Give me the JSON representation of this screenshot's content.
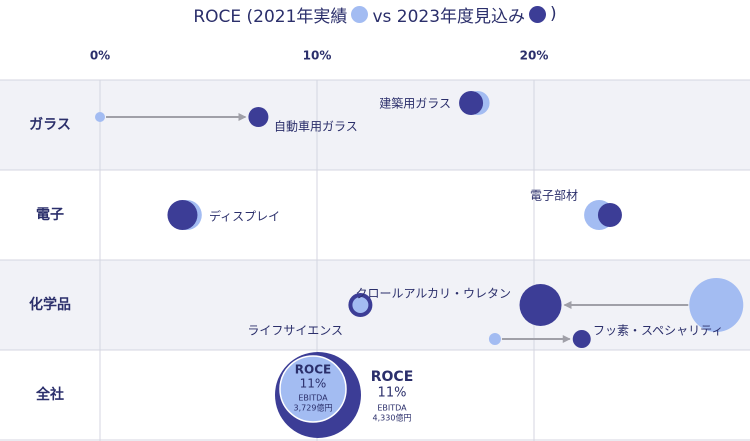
{
  "chart_data": {
    "type": "bubble",
    "title_parts": {
      "prefix": "ROCE (2021年実績",
      "middle": "vs 2023年度見込み",
      "suffix": ")"
    },
    "colors": {
      "actual_2021": "#a3bcf2",
      "forecast_2023": "#3c3d96",
      "band": "#f1f2f7",
      "axis_text": "#2b2f6b",
      "grid": "#d4d6e0",
      "arrow": "#a0a0a8"
    },
    "x_axis": {
      "ticks": [
        0,
        10,
        20
      ],
      "tick_labels": [
        "0%",
        "10%",
        "20%"
      ],
      "unit": "%"
    },
    "categories": [
      "ガラス",
      "電子",
      "化学品",
      "全社"
    ],
    "points": [
      {
        "category": "ガラス",
        "label": "自動車用ガラス",
        "roce_2021": 0,
        "roce_2023": 7.3,
        "arrow": true
      },
      {
        "category": "ガラス",
        "label": "建築用ガラス",
        "roce_2021": 17.4,
        "roce_2023": 17.1,
        "arrow": false
      },
      {
        "category": "電子",
        "label": "ディスプレイ",
        "roce_2021": 4.0,
        "roce_2023": 3.8,
        "arrow": false
      },
      {
        "category": "電子",
        "label": "電子部材",
        "roce_2021": 23.0,
        "roce_2023": 23.5,
        "arrow": false
      },
      {
        "category": "化学品",
        "label": "クロールアルカリ・ウレタン",
        "roce_2021": 28.4,
        "roce_2023": 20.3,
        "arrow": true
      },
      {
        "category": "化学品",
        "label": "ライフサイエンス",
        "roce_2021": 12.0,
        "roce_2023": 12.0,
        "arrow": false
      },
      {
        "category": "化学品",
        "label": "フッ素・スペシャリティ",
        "roce_2021": 18.2,
        "roce_2023": 22.2,
        "arrow": true
      }
    ],
    "company_total": {
      "category": "全社",
      "inner": {
        "title": "ROCE",
        "roce_text": "11%",
        "ebitda_label": "EBITDA",
        "ebitda_value": "3,729億円"
      },
      "outer": {
        "title": "ROCE",
        "roce_text": "11%",
        "ebitda_label": "EBITDA",
        "ebitda_value": "4,330億円"
      }
    }
  }
}
